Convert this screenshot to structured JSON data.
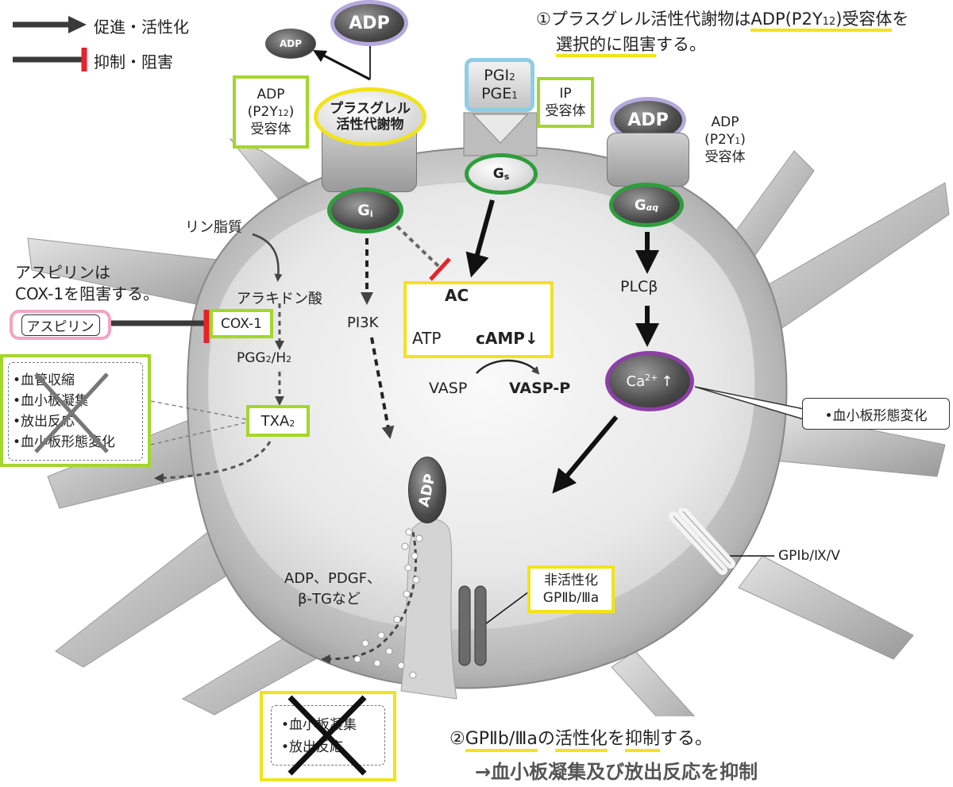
{
  "legend": {
    "promote": "促進・活性化",
    "inhibit": "抑制・阻害"
  },
  "notes": {
    "note1_prefix": "①プラスグレル活性代謝物は",
    "note1_hl1": "ADP(P2Y",
    "note1_sub": "12",
    "note1_hl1b": ")受容体",
    "note1_mid": "を",
    "note1_hl2": "選択的に阻害",
    "note1_end": "する。",
    "note2_num": "②",
    "note2_hl1": "GPⅡb/Ⅲa",
    "note2_mid": "の",
    "note2_hl2": "活性化",
    "note2_mid2": "を",
    "note2_hl3": "抑制",
    "note2_end": "する。",
    "note2_line2": "→血小板凝集及び放出反応を抑制"
  },
  "receptors": {
    "adp_top": "ADP",
    "adp_small": "ADP",
    "p2y12_line1": "ADP",
    "p2y12_line2a": "(P2Y",
    "p2y12_line2sub": "12",
    "p2y12_line2b": ")",
    "p2y12_line3": "受容体",
    "prasugrel_line1": "プラスグレル",
    "prasugrel_line2": "活性代謝物",
    "gi": "G",
    "gi_sub": "i",
    "pgi2": "PGI",
    "pgi2_sub": "2",
    "pge1": "PGE",
    "pge1_sub": "1",
    "ip_line1": "IP",
    "ip_line2": "受容体",
    "gs": "G",
    "gs_sub": "s",
    "adp_right": "ADP",
    "p2y1_line1": "ADP",
    "p2y1_line2a": "(P2Y",
    "p2y1_line2sub": "1",
    "p2y1_line2b": ")",
    "p2y1_line3": "受容体",
    "gaq": "G",
    "gaq_sub": "αq"
  },
  "pathway": {
    "phospholipid": "リン脂質",
    "aspirin_note_line1": "アスピリンは",
    "aspirin_note_line2": "COX-1を阻害する。",
    "arachidonic": "アラキドン酸",
    "aspirin": "アスピリン",
    "cox1": "COX-1",
    "pgg2": "PGG",
    "pgg2_sub": "2",
    "pgg2_rest": "/H",
    "pgg2_sub2": "2",
    "txa2": "TXA",
    "txa2_sub": "2",
    "pi3k": "PI3K",
    "ac": "AC",
    "atp": "ATP",
    "camp": "cAMP↓",
    "vasp": "VASP",
    "vaspp": "VASP-P",
    "plcb": "PLCβ",
    "ca": "Ca",
    "ca_sup": "2+",
    "ca_arrow": "↑",
    "adp_granule": "ADP",
    "release": "ADP、PDGF、",
    "release2": "β-TGなど",
    "inactive_line1": "非活性化",
    "inactive_line2": "GPⅡb/Ⅲa",
    "gpib": "GPⅠb/Ⅸ/Ⅴ",
    "shape_change": "•血小板形態変化"
  },
  "effects_left": [
    "•血管収縮",
    "•血小板凝集",
    "•放出反応",
    "•血小板形態変化"
  ],
  "effects_bottom": [
    "•血小板凝集",
    "•放出反応"
  ],
  "colors": {
    "lime": "#a4d62c",
    "yellow": "#f2e31b",
    "green_ring": "#2e9e3c",
    "purple_ring": "#b4a9dd",
    "ca_ring": "#8e3fa7",
    "pink": "#f2a5c2",
    "cyan": "#8fcde6",
    "red": "#e8222a"
  }
}
